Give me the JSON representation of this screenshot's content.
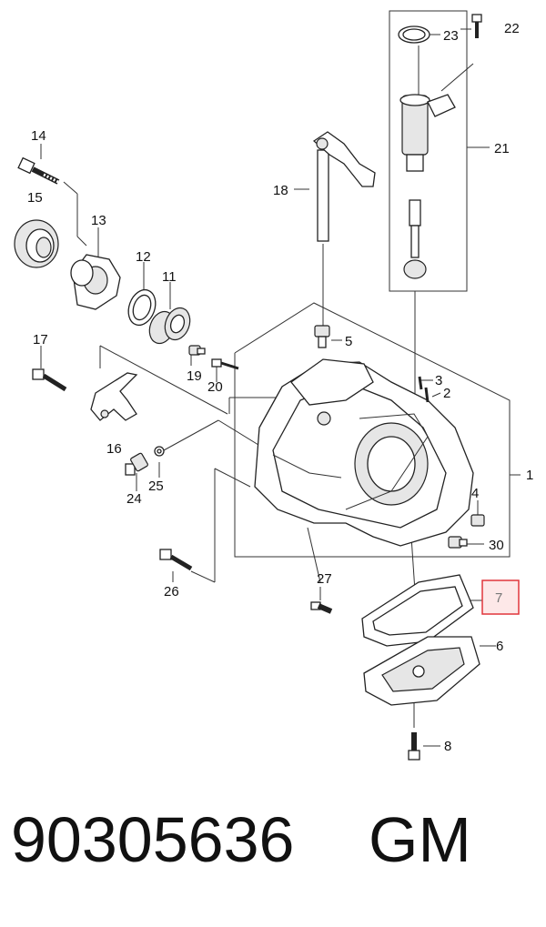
{
  "diagram": {
    "callouts": [
      "1",
      "2",
      "3",
      "4",
      "5",
      "6",
      "7",
      "8",
      "11",
      "12",
      "13",
      "14",
      "15",
      "16",
      "17",
      "18",
      "19",
      "20",
      "21",
      "22",
      "23",
      "24",
      "25",
      "26",
      "27",
      "30"
    ],
    "highlighted_callout": "7",
    "highlight_color": "#e0353b"
  },
  "footer": {
    "part_number": "90305636",
    "brand": "GM"
  }
}
